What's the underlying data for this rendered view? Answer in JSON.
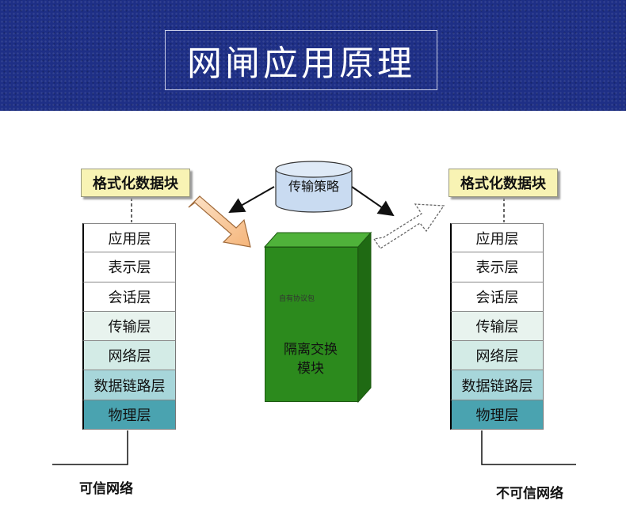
{
  "title": "网闸应用原理",
  "left": {
    "format_block": "格式化数据块",
    "layers": [
      "应用层",
      "表示层",
      "会话层",
      "传输层",
      "网络层",
      "数据链路层",
      "物理层"
    ],
    "network": "可信网络"
  },
  "right": {
    "format_block": "格式化数据块",
    "layers": [
      "应用层",
      "表示层",
      "会话层",
      "传输层",
      "网络层",
      "数据链路层",
      "物理层"
    ],
    "network": "不可信网络"
  },
  "policy": "传输策略",
  "module": {
    "doc_label": "自有协议包",
    "line1": "隔离交换",
    "line2": "模块"
  },
  "layer_colors": [
    "#ffffff",
    "#ffffff",
    "#ffffff",
    "#e8f3ee",
    "#d3ebe6",
    "#a7d6da",
    "#4aa3b0"
  ],
  "colors": {
    "banner": "#1e2f86",
    "module": "#2c8a1d",
    "format_block": "#f8f3b4",
    "arrow_fill": "#f8c89a"
  }
}
